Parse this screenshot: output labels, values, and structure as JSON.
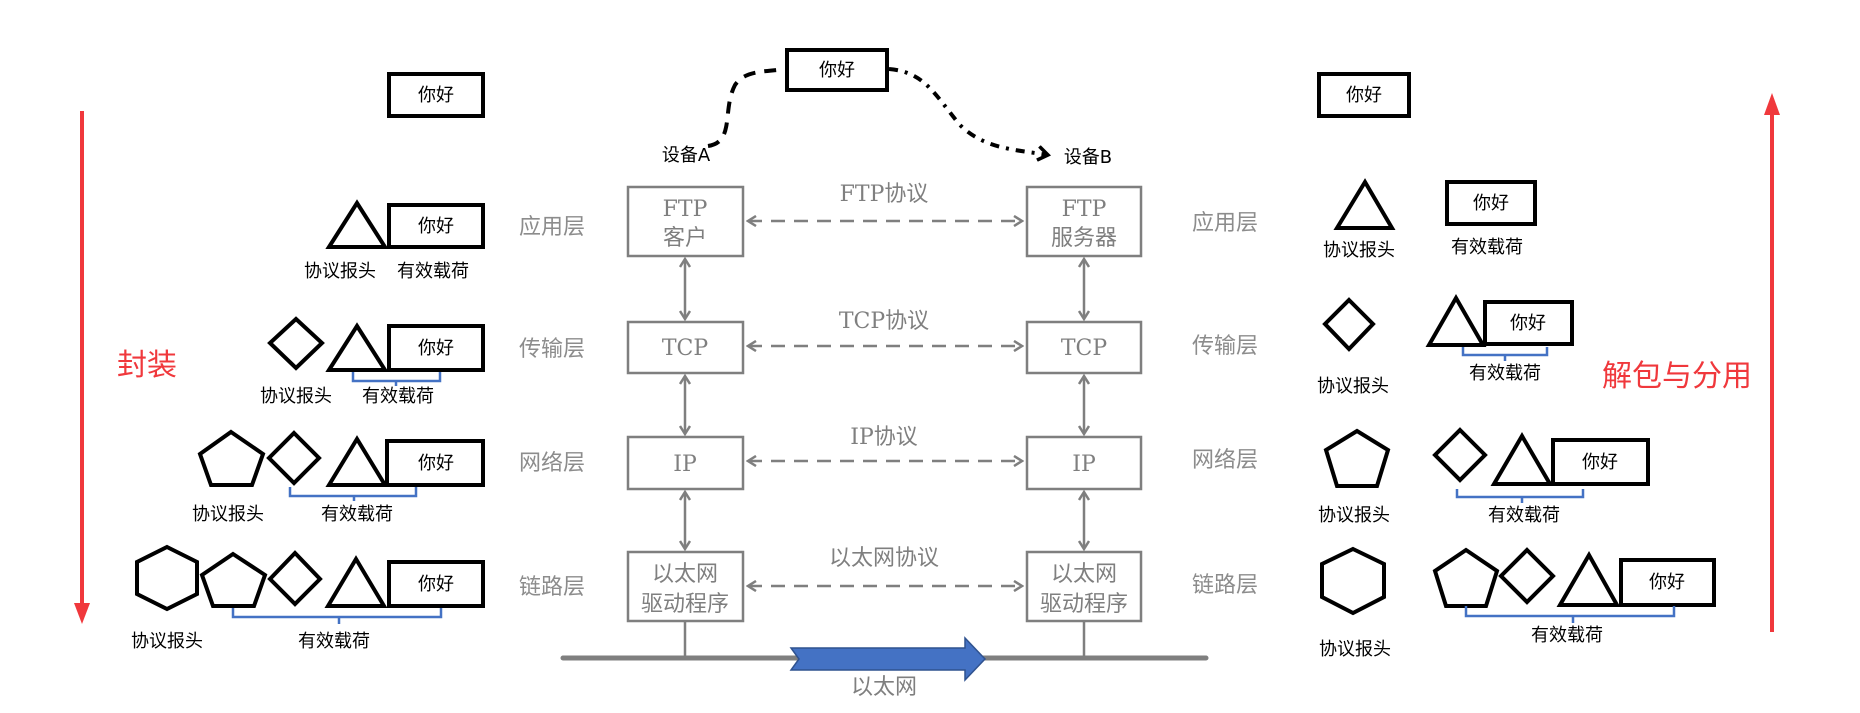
{
  "payload_text": "你好",
  "header_label": "协议报头",
  "payload_label": "有效载荷",
  "encapsulation_label": "封装",
  "decapsulation_label": "解包与分用",
  "device_a": "设备A",
  "device_b": "设备B",
  "medium_label": "以太网",
  "layers": [
    {
      "name": "应用层",
      "protocol": "FTP协议",
      "left_box": [
        "FTP",
        "客户"
      ],
      "right_box": [
        "FTP",
        "服务器"
      ]
    },
    {
      "name": "传输层",
      "protocol": "TCP协议",
      "left_box": [
        "TCP"
      ],
      "right_box": [
        "TCP"
      ]
    },
    {
      "name": "网络层",
      "protocol": "IP协议",
      "left_box": [
        "IP"
      ],
      "right_box": [
        "IP"
      ]
    },
    {
      "name": "链路层",
      "protocol": "以太网协议",
      "left_box": [
        "以太网",
        "驱动程序"
      ],
      "right_box": [
        "以太网",
        "驱动程序"
      ]
    }
  ],
  "colors": {
    "accent_red": "#f0383c",
    "bracket_blue": "#4472c4",
    "arrow_blue": "#4472c4",
    "stack_gray": "#7f7f7f"
  }
}
